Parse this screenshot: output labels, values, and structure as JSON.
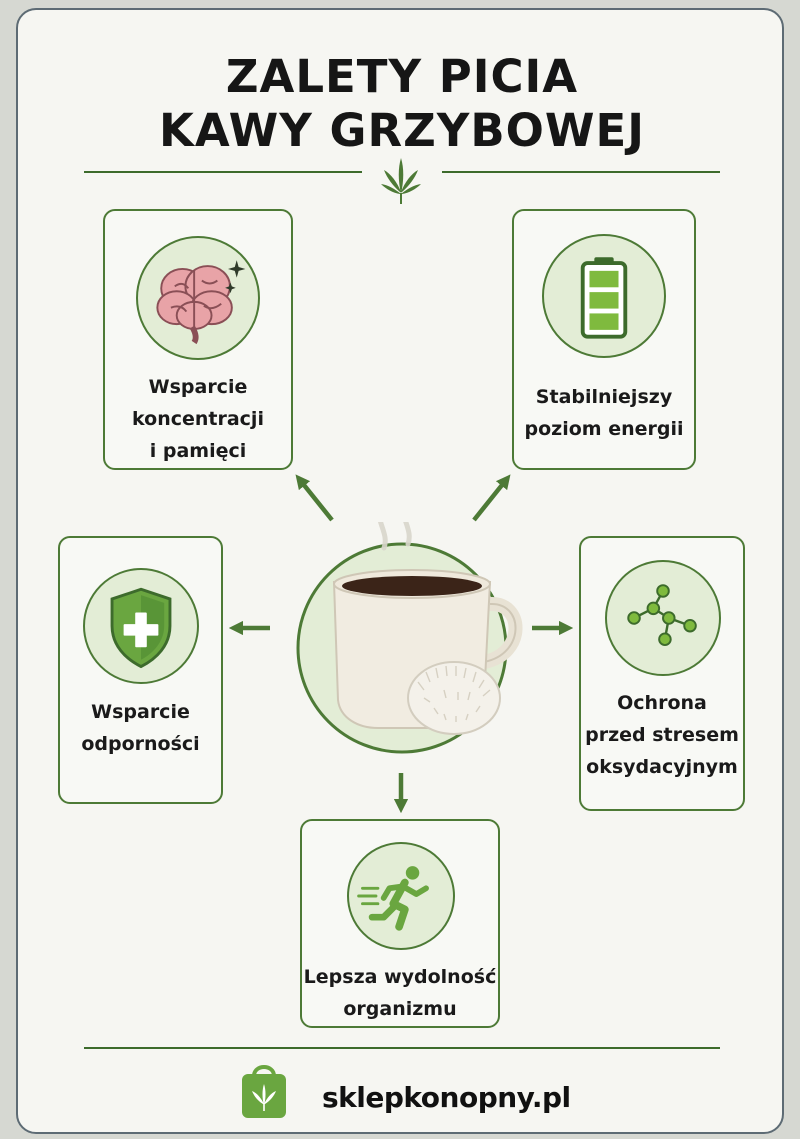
{
  "header": {
    "title_line1": "ZALETY PICIA",
    "title_line2": "KAWY GRZYBOWEJ"
  },
  "benefits": {
    "concentration": {
      "lines": [
        "Wsparcie",
        "koncentracji",
        "i pamięci"
      ],
      "icon": "brain-icon"
    },
    "energy": {
      "lines": [
        "Stabilniejszy",
        "poziom energii"
      ],
      "icon": "battery-icon"
    },
    "immunity": {
      "lines": [
        "Wsparcie",
        "odporności"
      ],
      "icon": "shield-cross-icon"
    },
    "oxidative": {
      "lines": [
        "Ochrona",
        "przed stresem",
        "oksydacyjnym"
      ],
      "icon": "molecule-icon"
    },
    "performance": {
      "lines": [
        "Lepsza wydolność",
        "organizmu"
      ],
      "icon": "runner-icon"
    }
  },
  "center": {
    "icon": "coffee-mug-mushroom-icon"
  },
  "footer": {
    "brand": "sklepkonopny.pl",
    "icon": "shopping-bag-leaf-icon"
  },
  "colors": {
    "accent": "#4d7a36",
    "light_green": "#e3edd6",
    "title": "#161616",
    "background": "#f6f6f2",
    "frame": "#5d6b74"
  }
}
